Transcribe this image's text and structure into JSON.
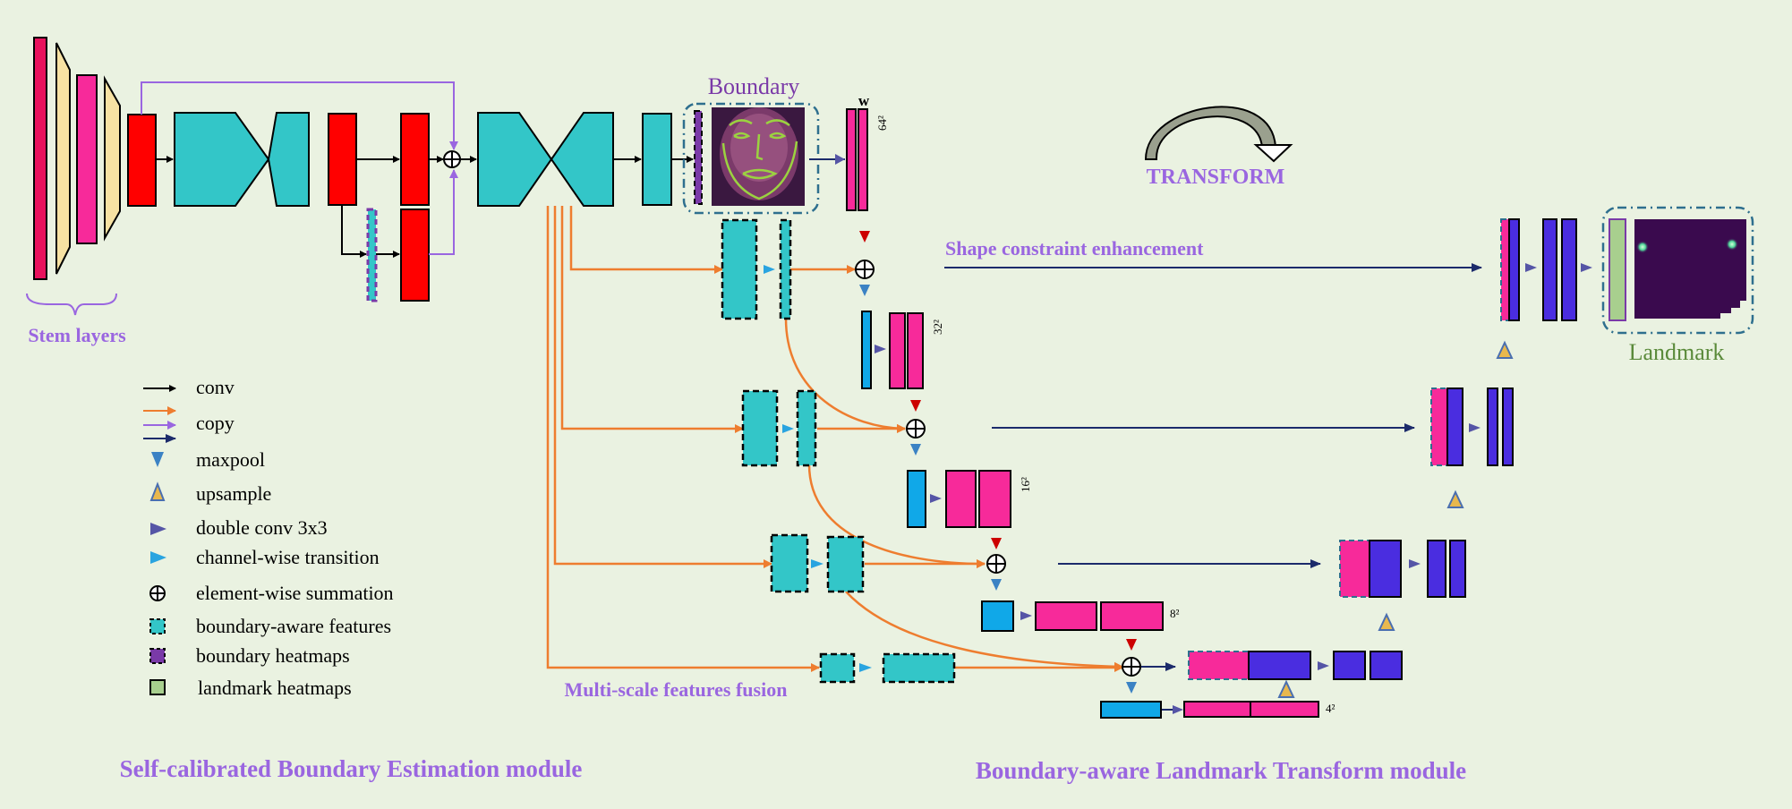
{
  "labels": {
    "stem_layers": "Stem layers",
    "boundary": "Boundary",
    "w": "w",
    "res64": "64²",
    "res32": "32²",
    "res16": "16²",
    "res8": "8²",
    "res4": "4²",
    "transform": "TRANSFORM",
    "shape_constraint": "Shape constraint enhancement",
    "landmark": "Landmark",
    "multiscale": "Multi-scale features fusion",
    "module_left": "Self-calibrated Boundary Estimation module",
    "module_right": "Boundary-aware Landmark Transform module"
  },
  "legend": [
    {
      "text": "conv",
      "icon": "black-arrow"
    },
    {
      "text": "copy",
      "icon": "orange-purple-navy-arrows"
    },
    {
      "text": "maxpool",
      "icon": "blue-down-triangle"
    },
    {
      "text": "upsample",
      "icon": "yellow-up-triangle"
    },
    {
      "text": "double conv 3x3",
      "icon": "purple-arrowhead"
    },
    {
      "text": "channel-wise transition",
      "icon": "cyan-arrowhead"
    },
    {
      "text": "element-wise summation",
      "icon": "circled-plus"
    },
    {
      "text": "boundary-aware features",
      "icon": "teal-dashed-box"
    },
    {
      "text": "boundary heatmaps",
      "icon": "purple-dashed-box"
    },
    {
      "text": "landmark heatmaps",
      "icon": "green-box"
    }
  ],
  "colors": {
    "background": "#eaf2e1",
    "stem_pink": "#e8125c",
    "stem_yellow": "#f7e2a3",
    "pink": "#f72a9a",
    "red": "#ff0000",
    "teal": "#33c6c8",
    "purple_label": "#9a66e0",
    "orange_line": "#ee7d2f",
    "navy_line": "#1c2b6b",
    "blue": "#10a8e8",
    "violet": "#4a2de0",
    "green": "#a8cf8e",
    "dark_heatmap": "#3a0a4e"
  }
}
